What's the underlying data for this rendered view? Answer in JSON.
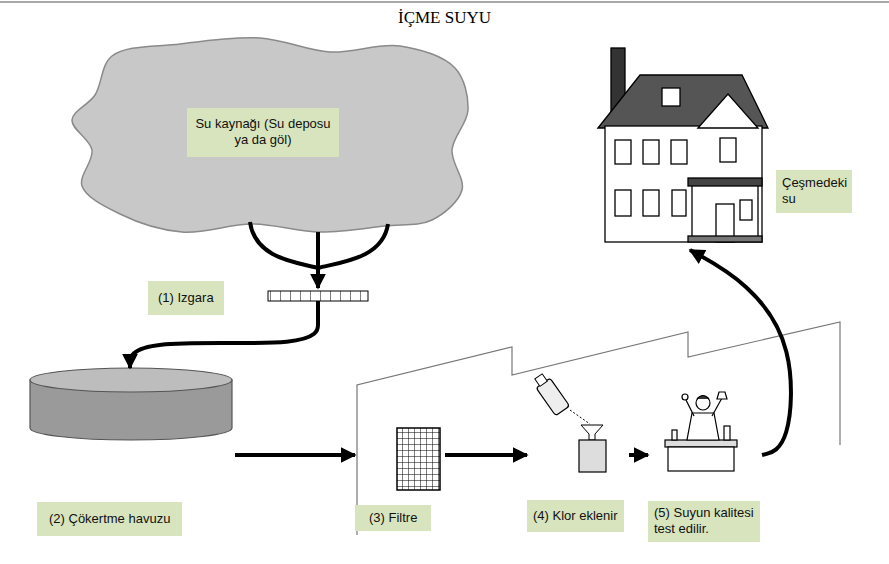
{
  "diagram": {
    "title": "İÇME SUYU",
    "nodes": [
      {
        "text": [
          "Su kaynağı (Su deposu ya da göl)"
        ]
      },
      {
        "text": [
          "(1) Izgara"
        ]
      },
      {
        "text": [
          "(2) Çökertme havuzu"
        ]
      },
      {
        "text": [
          "(3) Filtre"
        ]
      },
      {
        "text": [
          "(4) Klor eklenir"
        ]
      },
      {
        "text": [
          "(5) Suyun kalitesi test edilir."
        ]
      },
      {
        "text": [
          "Çeşmedeki su"
        ]
      }
    ],
    "edges": [
      {
        "from": 0,
        "to": 1,
        "arrow": "to"
      },
      {
        "from": 1,
        "to": 2,
        "arrow": "to"
      },
      {
        "from": 2,
        "to": 3,
        "arrow": "to"
      },
      {
        "from": 3,
        "to": 4,
        "arrow": "to"
      },
      {
        "from": 4,
        "to": 5,
        "arrow": "to"
      },
      {
        "from": 5,
        "to": 6,
        "arrow": "to"
      }
    ]
  }
}
